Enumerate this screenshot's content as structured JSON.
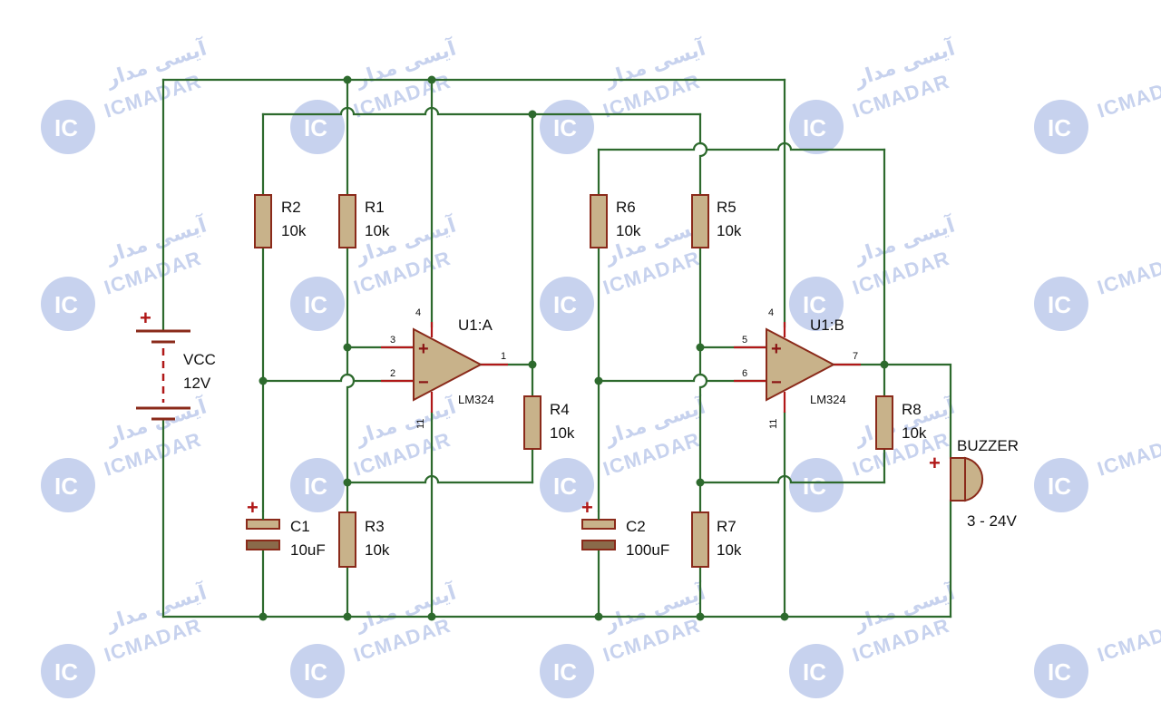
{
  "colors": {
    "wire": "#2d6a2d",
    "component_stroke": "#8a2a1a",
    "component_fill": "#c8b28a",
    "watermark": "#b9c7ea"
  },
  "watermark": {
    "latin": "ICMADAR",
    "persian": "آیسی مدار",
    "logo": "IC"
  },
  "battery": {
    "ref": "VCC",
    "value": "12V",
    "polarity": "+"
  },
  "resistors": {
    "r1": {
      "ref": "R1",
      "value": "10k"
    },
    "r2": {
      "ref": "R2",
      "value": "10k"
    },
    "r3": {
      "ref": "R3",
      "value": "10k"
    },
    "r4": {
      "ref": "R4",
      "value": "10k"
    },
    "r5": {
      "ref": "R5",
      "value": "10k"
    },
    "r6": {
      "ref": "R6",
      "value": "10k"
    },
    "r7": {
      "ref": "R7",
      "value": "10k"
    },
    "r8": {
      "ref": "R8",
      "value": "10k"
    }
  },
  "capacitors": {
    "c1": {
      "ref": "C1",
      "value": "10uF",
      "polarity": "+"
    },
    "c2": {
      "ref": "C2",
      "value": "100uF",
      "polarity": "+"
    }
  },
  "opamps": {
    "a": {
      "ref": "U1:A",
      "part": "LM324",
      "pin_vcc": "4",
      "pin_noninv": "3",
      "pin_inv": "2",
      "pin_out": "1",
      "pin_gnd": "11",
      "sign_plus": "+",
      "sign_minus": "−"
    },
    "b": {
      "ref": "U1:B",
      "part": "LM324",
      "pin_vcc": "4",
      "pin_noninv": "5",
      "pin_inv": "6",
      "pin_out": "7",
      "pin_gnd": "11",
      "sign_plus": "+",
      "sign_minus": "−"
    }
  },
  "buzzer": {
    "ref": "BUZZER",
    "value": "3 - 24V",
    "polarity": "+"
  }
}
